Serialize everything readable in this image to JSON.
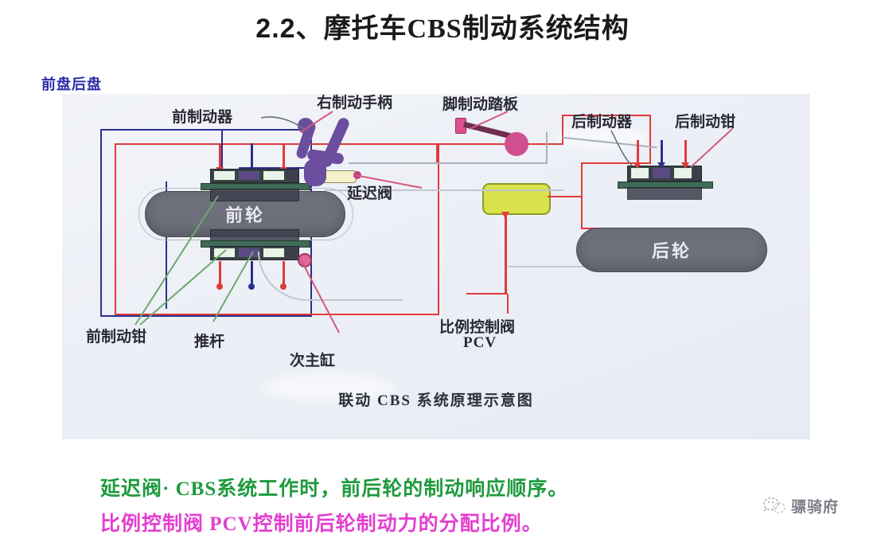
{
  "slide": {
    "title_number": "2.2、",
    "title_text": "摩托车CBS制动系统结构",
    "blue_tag": "前盘后盘"
  },
  "diagram": {
    "caption": "联动 CBS 系统原理示意图",
    "labels": {
      "front_brake": "前制动器",
      "right_lever": "右制动手柄",
      "foot_pedal": "脚制动踏板",
      "rear_brake": "后制动器",
      "rear_caliper": "后制动钳",
      "delay_valve": "延迟阀",
      "front_wheel": "前轮",
      "rear_wheel": "后轮",
      "front_caliper": "前制动钳",
      "push_rod": "推杆",
      "secondary_master_cylinder": "次主缸",
      "pcv_name": "比例控制阀",
      "pcv_abbr": "PCV"
    },
    "colors": {
      "hydraulic_red": "#e03b3b",
      "hydraulic_blue": "#2b2f8f",
      "lever_purple": "#6b4f9e",
      "pedal_pink": "#d04f8f",
      "pcv_yellow": "#d9e24a",
      "wheel_gray": "#6d6f7a",
      "leader_green": "#6ea86e"
    }
  },
  "notes": {
    "green_line": "延迟阀·  CBS系统工作时，前后轮的制动响应顺序。",
    "pink_line": "比例控制阀  PCV控制前后轮制动力的分配比例。"
  },
  "watermark": {
    "icon": "wechat-icon",
    "text": "骠骑府"
  }
}
